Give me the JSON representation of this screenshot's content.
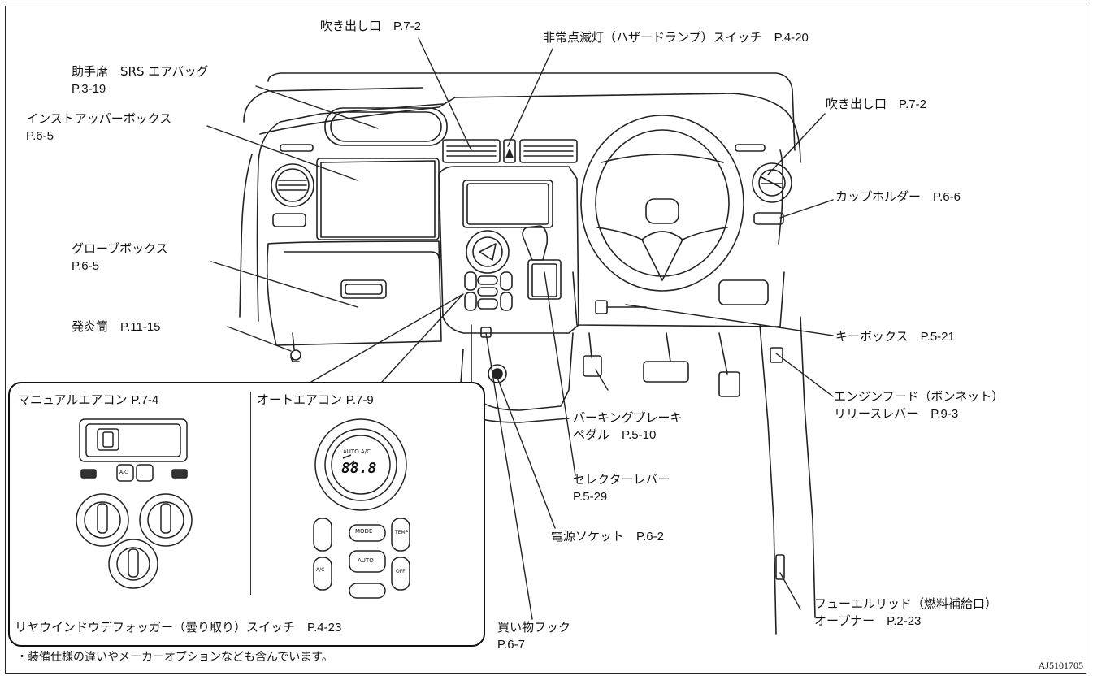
{
  "labels": {
    "vent_center": {
      "name": "吹き出し口",
      "page": "P.7-2"
    },
    "hazard": {
      "name": "非常点滅灯（ハザードランプ）スイッチ",
      "page": "P.4-20"
    },
    "airbag": {
      "name": "助手席　SRS エアバッグ",
      "page": "P.3-19"
    },
    "upper_box": {
      "name": "インストアッパーボックス",
      "page": "P.6-5"
    },
    "vent_right": {
      "name": "吹き出し口",
      "page": "P.7-2"
    },
    "cup_holder": {
      "name": "カップホルダー",
      "page": "P.6-6"
    },
    "glove_box": {
      "name": "グローブボックス",
      "page": "P.6-5"
    },
    "flare": {
      "name": "発炎筒",
      "page": "P.11-15"
    },
    "key_box": {
      "name": "キーボックス",
      "page": "P.5-21"
    },
    "hood": {
      "name": "エンジンフード（ボンネット）",
      "name2": "リリースレバー",
      "page": "P.9-3"
    },
    "parking_brake": {
      "name": "パーキングブレーキ",
      "name2": "ペダル",
      "page": "P.5-10"
    },
    "selector": {
      "name": "セレクターレバー",
      "page": "P.5-29"
    },
    "power_socket": {
      "name": "電源ソケット",
      "page": "P.6-2"
    },
    "fuel_lid": {
      "name": "フューエルリッド（燃料補給口）",
      "name2": "オープナー",
      "page": "P.2-23"
    },
    "shopping_hook": {
      "name": "買い物フック",
      "page": "P.6-7"
    }
  },
  "inset": {
    "manual_ac": {
      "name": "マニュアルエアコン",
      "page": "P.7-4"
    },
    "auto_ac": {
      "name": "オートエアコン",
      "page": "P.7-9"
    },
    "defogger": {
      "name": "リヤウインドウデフォッガー（曇り取り）スイッチ",
      "page": "P.4-23"
    },
    "auto_display": "88.8",
    "auto_indicators": "AUTO A/C",
    "buttons": {
      "mode": "MODE",
      "temp": "TEMP",
      "auto": "AUTO",
      "ac": "A/C",
      "off": "OFF",
      "ac_manual": "A/C"
    }
  },
  "footnote": "・装備仕様の違いやメーカーオプションなども含んでいます。",
  "figure_code": "AJ5101705"
}
